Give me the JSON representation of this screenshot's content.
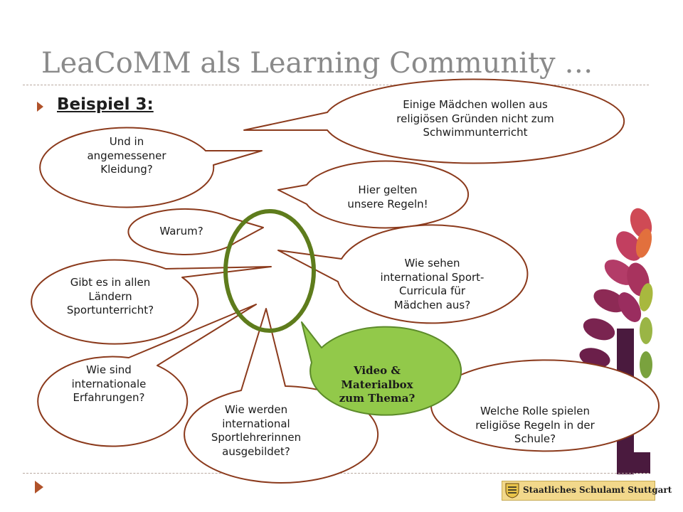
{
  "slide": {
    "title": "LeaCoMM als Learning Community …",
    "heading": "Beispiel 3:"
  },
  "bubbles": {
    "einige": [
      "Einige Mädchen wollen aus",
      "religiösen Gründen nicht zum",
      "Schwimmunterricht"
    ],
    "kleidung": [
      "Und in",
      "angemessener",
      "Kleidung?"
    ],
    "regeln": [
      "Hier gelten",
      "unsere Regeln!"
    ],
    "warum": [
      "Warum?"
    ],
    "laendern": [
      "Gibt es in allen",
      "Ländern",
      "Sportunterricht?"
    ],
    "curricula": [
      "Wie sehen",
      "international Sport-",
      "Curricula für",
      "Mädchen aus?"
    ],
    "video": [
      "Video &",
      "Materialbox",
      "zum Thema?"
    ],
    "erfahrungen": [
      "Wie sind",
      "internationale",
      "Erfahrungen?"
    ],
    "sportlehrer": [
      "Wie werden",
      "international",
      "Sportlehrerinnen",
      "ausgebildet?"
    ],
    "rolle": [
      "Welche Rolle spielen",
      "religiöse Regeln in der",
      "Schule?"
    ]
  },
  "footer": {
    "logo_text": "Staatliches Schulamt Stuttgart"
  },
  "colors": {
    "bubble_outline": "#8b3a1c",
    "focus_ring": "#5e7c1c",
    "video_fill": "#92c94a",
    "video_outline": "#5c8a2a",
    "title_color": "#8a8a8a",
    "accent": "#b0522a",
    "logo_fill": "#f2d88b"
  },
  "icons": {
    "bullet": "triangle-bullet-icon",
    "footer_arrow": "triangle-arrow-icon",
    "seal": "coat-of-arms-icon"
  }
}
